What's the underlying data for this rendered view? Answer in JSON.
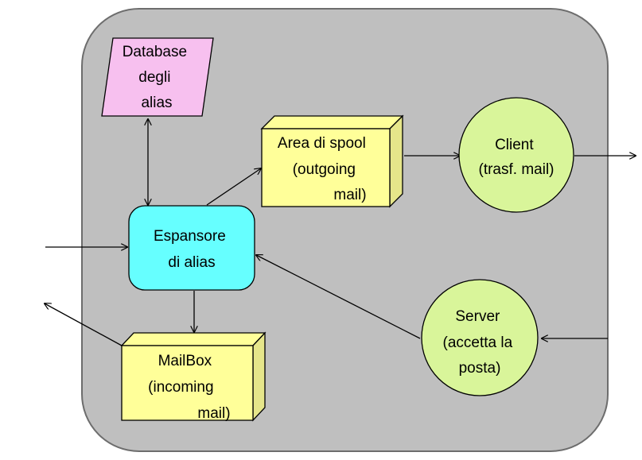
{
  "diagram": {
    "database": {
      "lines": [
        "Database",
        "degli",
        "alias"
      ]
    },
    "spool": {
      "lines": [
        "Area di spool",
        "(outgoing",
        "mail)"
      ]
    },
    "client": {
      "lines": [
        "Client",
        "(trasf. mail)"
      ]
    },
    "expander": {
      "lines": [
        "Espansore",
        "di alias"
      ]
    },
    "mailbox": {
      "lines": [
        "MailBox",
        "(incoming",
        "mail)"
      ]
    },
    "server": {
      "lines": [
        "Server",
        "(accetta la",
        "posta)"
      ]
    }
  },
  "colors": {
    "container_fill": "#bfbfbf",
    "container_stroke": "#6d6d6d",
    "database_fill": "#f7c0ef",
    "box_fill": "#ffff99",
    "circle_fill": "#d9f59a",
    "expander_fill": "#66ffff",
    "stroke": "#000000"
  }
}
